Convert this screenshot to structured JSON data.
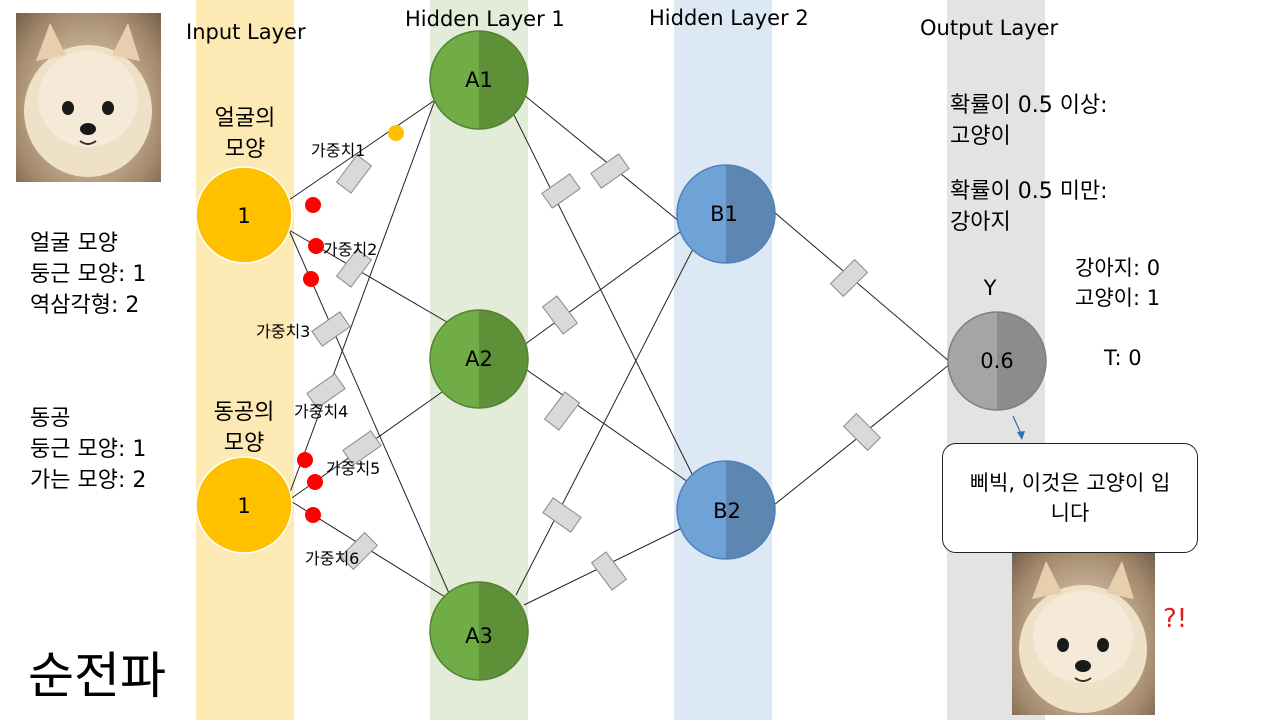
{
  "layers": {
    "input": "Input Layer",
    "hidden1": "Hidden Layer 1",
    "hidden2": "Hidden Layer 2",
    "output": "Output Layer"
  },
  "features": {
    "face_label": "얼굴의\n모양",
    "pupil_label": "동공의\n모양"
  },
  "nodes": {
    "x1": "1",
    "x2": "1",
    "a1": "A1",
    "a2": "A2",
    "a3": "A3",
    "b1": "B1",
    "b2": "B2",
    "y": "0.6",
    "y_label": "Y"
  },
  "weights": {
    "w1": "가중치1",
    "w2": "가중치2",
    "w3": "가중치3",
    "w4": "가중치4",
    "w5": "가중치5",
    "w6": "가중치6"
  },
  "left_notes": {
    "face": [
      "얼굴 모양",
      "둥근 모양: 1",
      "역삼각형: 2"
    ],
    "pupil": [
      "동공",
      "둥근 모양: 1",
      "가는 모양: 2"
    ]
  },
  "right_notes": {
    "rule_cat": [
      "확률이 0.5  이상:",
      "고양이"
    ],
    "rule_dog": [
      "확률이 0.5  미만:",
      "강아지"
    ],
    "encoding": [
      "강아지: 0",
      "고양이: 1"
    ],
    "target": "T: 0"
  },
  "bubble": "삐빅, 이것은 고양이 입니다",
  "exclaim": "?!",
  "title": "순전파",
  "colors": {
    "input_node": "#ffc000",
    "hidden1_node": "#70ad47",
    "hidden2_node": "#5b9bd5",
    "output_node": "#a5a5a5",
    "marker_red": "#ff0000",
    "marker_yellow": "#ffc000"
  },
  "icons": [
    "dog-photo"
  ]
}
